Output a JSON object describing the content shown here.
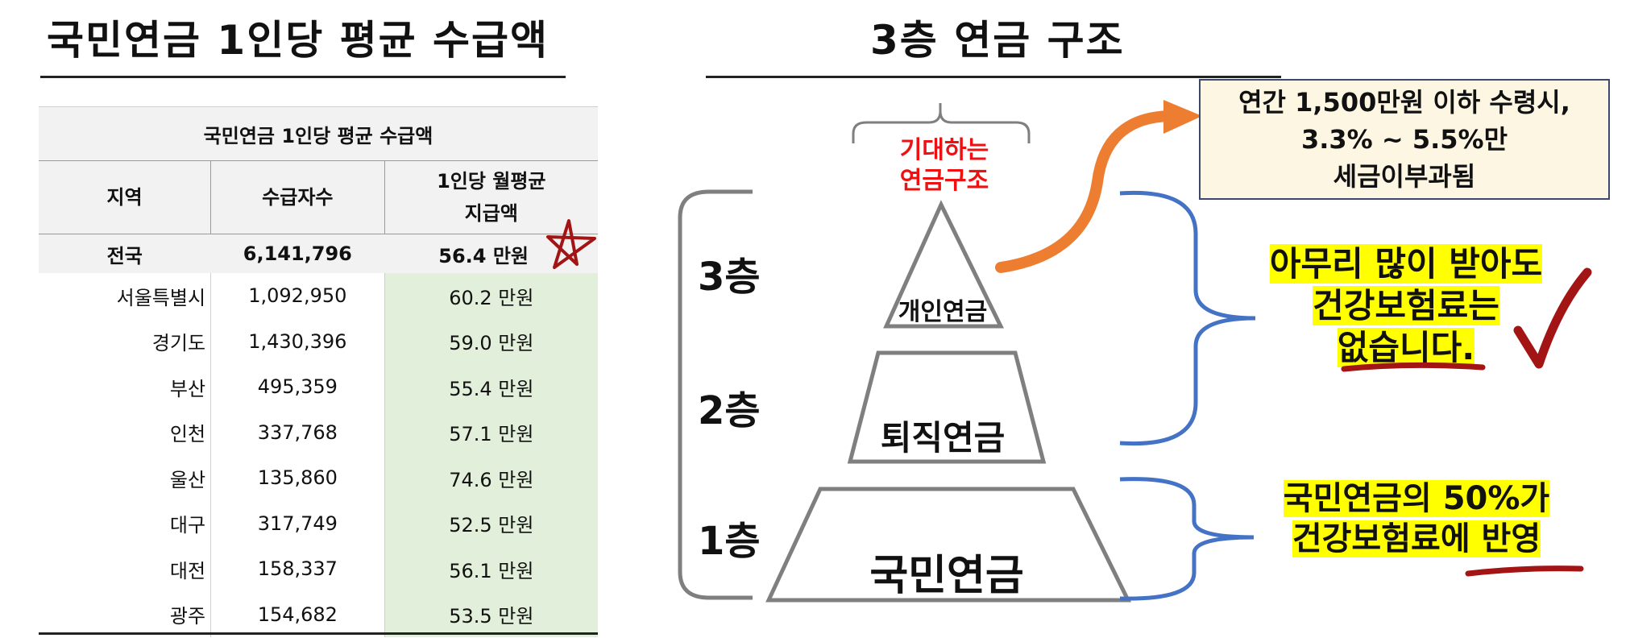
{
  "left": {
    "title": "국민연금 1인당 평균 수급액",
    "table": {
      "caption": "국민연금 1인당 평균 수급액",
      "headers": {
        "region": "지역",
        "recipients": "수급자수",
        "avg_line1": "1인당 월평균",
        "avg_line2": "지급액"
      },
      "total": {
        "region": "전국",
        "recipients": "6,141,796",
        "amount": "56.4 만원"
      },
      "rows": [
        {
          "region": "서울특별시",
          "recipients": "1,092,950",
          "amount": "60.2 만원"
        },
        {
          "region": "경기도",
          "recipients": "1,430,396",
          "amount": "59.0 만원"
        },
        {
          "region": "부산",
          "recipients": "495,359",
          "amount": "55.4 만원"
        },
        {
          "region": "인천",
          "recipients": "337,768",
          "amount": "57.1 만원"
        },
        {
          "region": "울산",
          "recipients": "135,860",
          "amount": "74.6 만원"
        },
        {
          "region": "대구",
          "recipients": "317,749",
          "amount": "52.5 만원"
        },
        {
          "region": "대전",
          "recipients": "158,337",
          "amount": "56.1 만원"
        },
        {
          "region": "광주",
          "recipients": "154,682",
          "amount": "53.5 만원"
        }
      ]
    }
  },
  "right": {
    "title": "3층 연금 구조",
    "ideal_label_line1": "기대하는",
    "ideal_label_line2": "연금구조",
    "floors": {
      "third": "3층",
      "second": "2층",
      "first": "1층"
    },
    "tiers": {
      "top": "개인연금",
      "middle": "퇴직연금",
      "bottom": "국민연금"
    },
    "callout": {
      "line1": "연간 1,500만원 이하 수령시,",
      "line2": "3.3% ~ 5.5%만",
      "line3": "세금이부과됨"
    },
    "note_upper": {
      "line1": "아무리 많이 받아도",
      "line2": "건강보험료는",
      "line3": "없습니다."
    },
    "note_lower": {
      "line1": "국민연금의 50%가",
      "line2": "건강보험료에 반영"
    }
  },
  "colors": {
    "highlight": "#ffff00",
    "red_text": "#ee1111",
    "brace_blue": "#4472c4",
    "arrow_orange": "#ed7d31",
    "pen_red": "#a31515",
    "table_green": "#e2efda",
    "pyramid_gray": "#7f7f7f"
  },
  "icons": [
    "star-doodle-icon",
    "checkmark-icon",
    "curved-arrow-icon"
  ]
}
